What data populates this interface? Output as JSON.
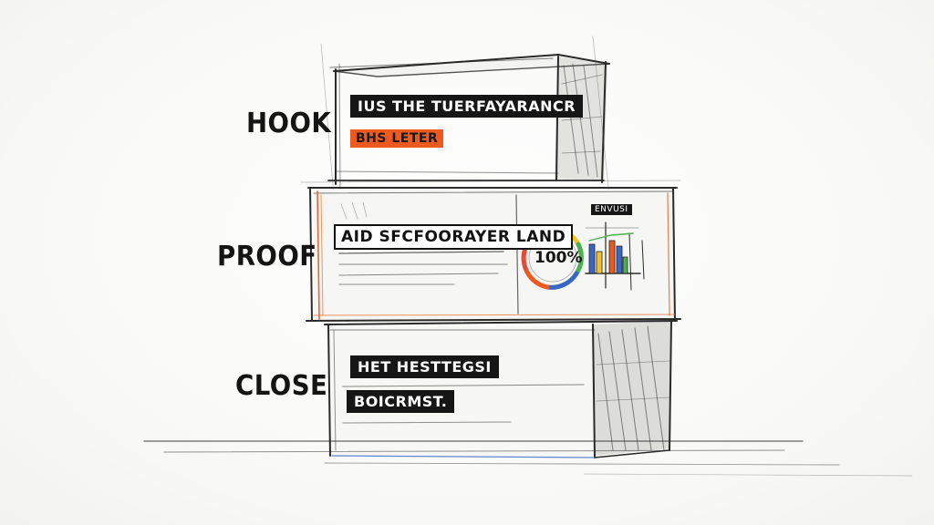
{
  "stages": {
    "hook": {
      "label": "HOOK",
      "headline": "IUS THE TUERFAYARANCR",
      "highlight": "BHS LETER"
    },
    "proof": {
      "label": "PROOF",
      "headline": "AID SFCFOORAYER LAND",
      "chart_tag": "ENVUSI",
      "gauge_value": "100%"
    },
    "close": {
      "label": "CLOSE",
      "headline": "HET HESTTEGSI",
      "subline": "BOICRMST."
    }
  },
  "colors": {
    "ink": "#161616",
    "accent_orange": "#ee5a1e",
    "accent_blue": "#3a66c4",
    "accent_yellow": "#f2c230",
    "accent_green": "#4caf50"
  }
}
